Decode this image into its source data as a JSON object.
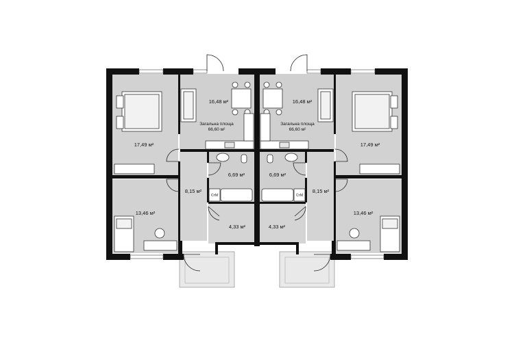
{
  "plan": {
    "units": [
      {
        "total_area_label": "Загальна площа",
        "total_area_value": "66,60 м²",
        "rooms": {
          "living_kitchen": "16,48 м²",
          "bedroom_large": "17,49 м²",
          "bedroom_small": "13,46 м²",
          "hall": "8,15 м²",
          "bathroom": "6,69 м²",
          "vestibule": "4,33 м²"
        },
        "washer_label": "СтМ"
      },
      {
        "total_area_label": "Загальна площа",
        "total_area_value": "66,60 м²",
        "rooms": {
          "living_kitchen": "16,48 м²",
          "bedroom_large": "17,49 м²",
          "bedroom_small": "13,46 м²",
          "hall": "8,15 м²",
          "bathroom": "6,69 м²",
          "vestibule": "4,33 м²"
        },
        "washer_label": "СтМ"
      }
    ],
    "colors": {
      "wall": "#111111",
      "floor": "#d2d2d2",
      "floor_light": "#e2e2e2",
      "porch": "#e9e9e9",
      "furniture": "#ffffff"
    }
  }
}
